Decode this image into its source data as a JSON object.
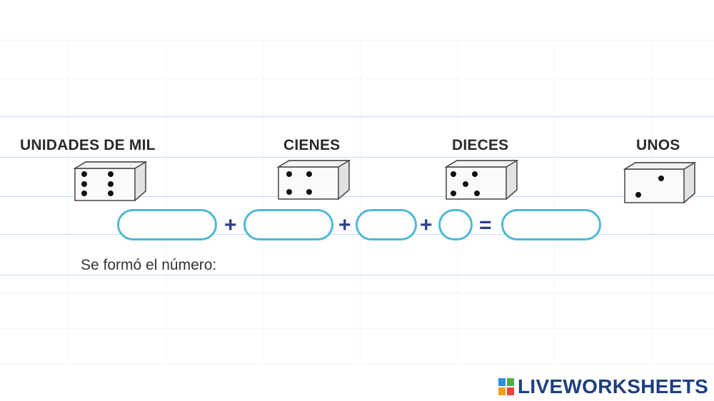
{
  "headings": {
    "thousands": "UNIDADES DE MIL",
    "hundreds": "CIENES",
    "tens": "DIECES",
    "ones": "UNOS"
  },
  "dice": {
    "thousands": {
      "pips": 6,
      "icon": "die-six-icon"
    },
    "hundreds": {
      "pips": 4,
      "icon": "die-four-icon"
    },
    "tens": {
      "pips": 5,
      "icon": "die-five-icon"
    },
    "ones": {
      "pips": 2,
      "icon": "die-two-icon"
    }
  },
  "equation": {
    "operators": {
      "plus": "+",
      "equals": "="
    },
    "answers": {
      "thousands": "",
      "hundreds": "",
      "tens": "",
      "ones": "",
      "total": ""
    }
  },
  "sentence": "Se formó el número:",
  "footer": {
    "logo_text": "LIVEWORKSHEETS",
    "logo_icon": "liveworksheets-logo-icon"
  },
  "colors": {
    "rule_line": "#c4d9ef",
    "answer_border": "#4db8d8",
    "operator": "#2b3f88",
    "heading": "#2a2a2a",
    "brand": "#1d3f7e"
  }
}
